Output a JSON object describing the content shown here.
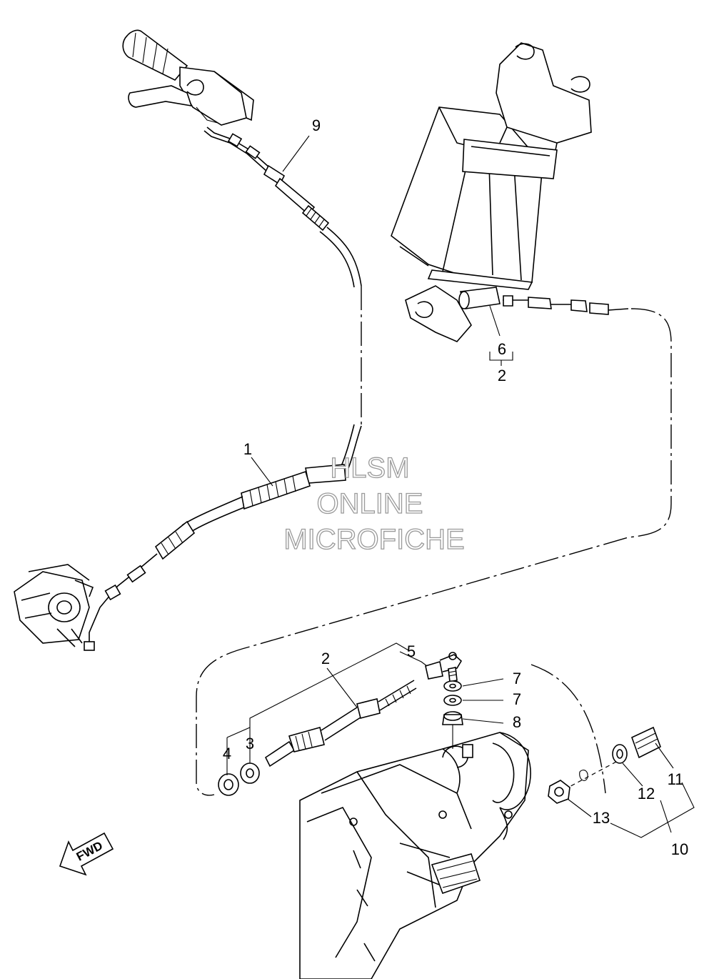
{
  "labels": {
    "p1": "1",
    "p2": "2",
    "p2b": "2",
    "p3": "3",
    "p4": "4",
    "p5": "5",
    "p6": "6",
    "p7a": "7",
    "p7b": "7",
    "p8": "8",
    "p9": "9",
    "p10": "10",
    "p11": "11",
    "p12": "12",
    "p13": "13"
  },
  "watermark": {
    "line1": "HLSM",
    "line2": "ONLINE",
    "line3": "MICROFICHE"
  },
  "direction": {
    "label": "FWD"
  }
}
